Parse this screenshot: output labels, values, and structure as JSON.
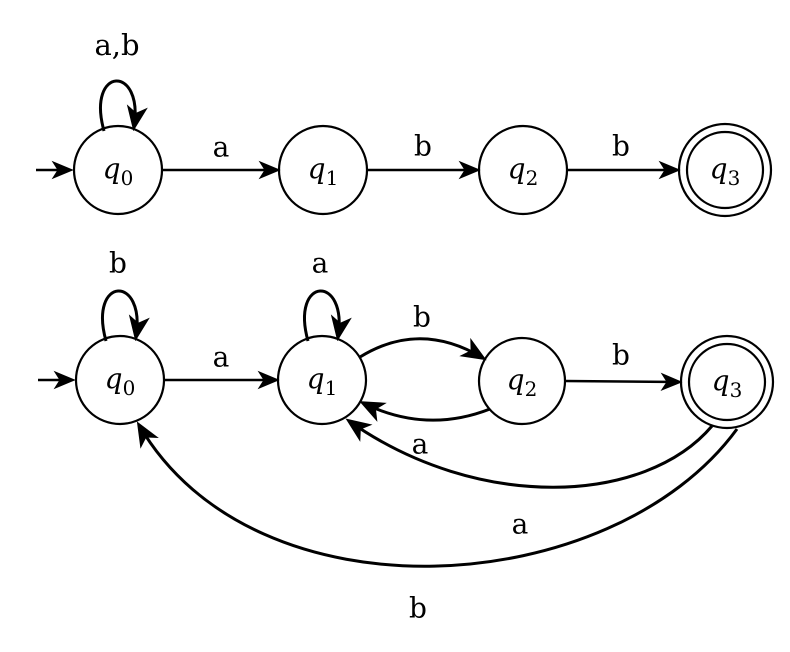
{
  "page": {
    "background": "#ffffff",
    "stroke_color": "#000000",
    "text_color": "#000000"
  },
  "diagram": {
    "type": "finite-automata",
    "automata": [
      {
        "id": "top",
        "name": "nfa",
        "states": [
          {
            "id": "q0",
            "base": "q",
            "sub": "0",
            "initial": true,
            "accepting": false
          },
          {
            "id": "q1",
            "base": "q",
            "sub": "1",
            "initial": false,
            "accepting": false
          },
          {
            "id": "q2",
            "base": "q",
            "sub": "2",
            "initial": false,
            "accepting": false
          },
          {
            "id": "q3",
            "base": "q",
            "sub": "3",
            "initial": false,
            "accepting": true
          }
        ],
        "transitions": [
          {
            "from": "q0",
            "to": "q0",
            "label": "a,b"
          },
          {
            "from": "q0",
            "to": "q1",
            "label": "a"
          },
          {
            "from": "q1",
            "to": "q2",
            "label": "b"
          },
          {
            "from": "q2",
            "to": "q3",
            "label": "b"
          }
        ]
      },
      {
        "id": "bottom",
        "name": "dfa",
        "states": [
          {
            "id": "q0",
            "base": "q",
            "sub": "0",
            "initial": true,
            "accepting": false
          },
          {
            "id": "q1",
            "base": "q",
            "sub": "1",
            "initial": false,
            "accepting": false
          },
          {
            "id": "q2",
            "base": "q",
            "sub": "2",
            "initial": false,
            "accepting": false
          },
          {
            "id": "q3",
            "base": "q",
            "sub": "3",
            "initial": false,
            "accepting": true
          }
        ],
        "transitions": [
          {
            "from": "q0",
            "to": "q0",
            "label": "b"
          },
          {
            "from": "q0",
            "to": "q1",
            "label": "a"
          },
          {
            "from": "q1",
            "to": "q1",
            "label": "a"
          },
          {
            "from": "q1",
            "to": "q2",
            "label": "b"
          },
          {
            "from": "q2",
            "to": "q1",
            "label": "a"
          },
          {
            "from": "q2",
            "to": "q3",
            "label": "b"
          },
          {
            "from": "q3",
            "to": "q1",
            "label": "a"
          },
          {
            "from": "q3",
            "to": "q0",
            "label": "b"
          }
        ]
      }
    ]
  }
}
